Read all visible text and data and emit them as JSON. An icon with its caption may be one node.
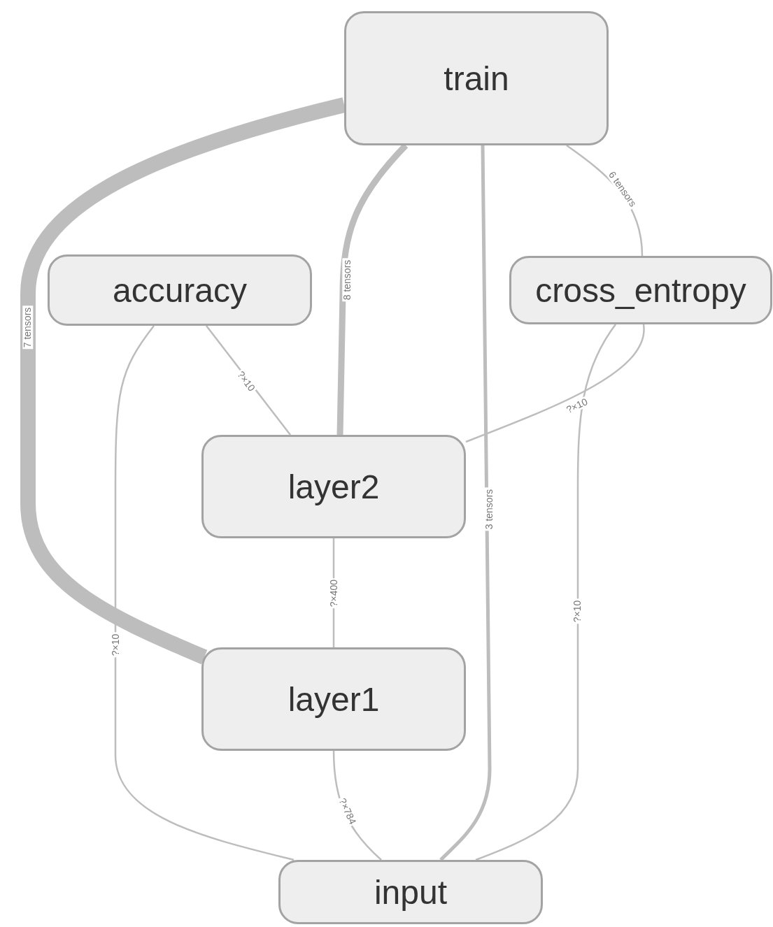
{
  "diagram": {
    "nodes": [
      {
        "text": [
          "train"
        ]
      },
      {
        "text": [
          "accuracy"
        ]
      },
      {
        "text": [
          "cross_entropy"
        ]
      },
      {
        "text": [
          "layer2"
        ]
      },
      {
        "text": [
          "layer1"
        ]
      },
      {
        "text": [
          "input"
        ]
      }
    ],
    "edges": [
      {
        "from": 0,
        "to": 4,
        "arrow": "none",
        "label": "7 tensors",
        "style": "thick"
      },
      {
        "from": 0,
        "to": 3,
        "arrow": "none",
        "label": "8 tensors",
        "style": "thick"
      },
      {
        "from": 0,
        "to": 5,
        "arrow": "none",
        "label": "3 tensors",
        "style": "thick"
      },
      {
        "from": 0,
        "to": 2,
        "arrow": "none",
        "label": "6 tensors"
      },
      {
        "from": 1,
        "to": 3,
        "arrow": "none",
        "label": "?×10"
      },
      {
        "from": 2,
        "to": 3,
        "arrow": "none",
        "label": "?×10"
      },
      {
        "from": 1,
        "to": 5,
        "arrow": "none",
        "label": "?×10"
      },
      {
        "from": 3,
        "to": 4,
        "arrow": "none",
        "label": "?×400"
      },
      {
        "from": 4,
        "to": 5,
        "arrow": "none",
        "label": "?×784"
      },
      {
        "from": 2,
        "to": 5,
        "arrow": "none",
        "label": "?×10"
      }
    ]
  }
}
